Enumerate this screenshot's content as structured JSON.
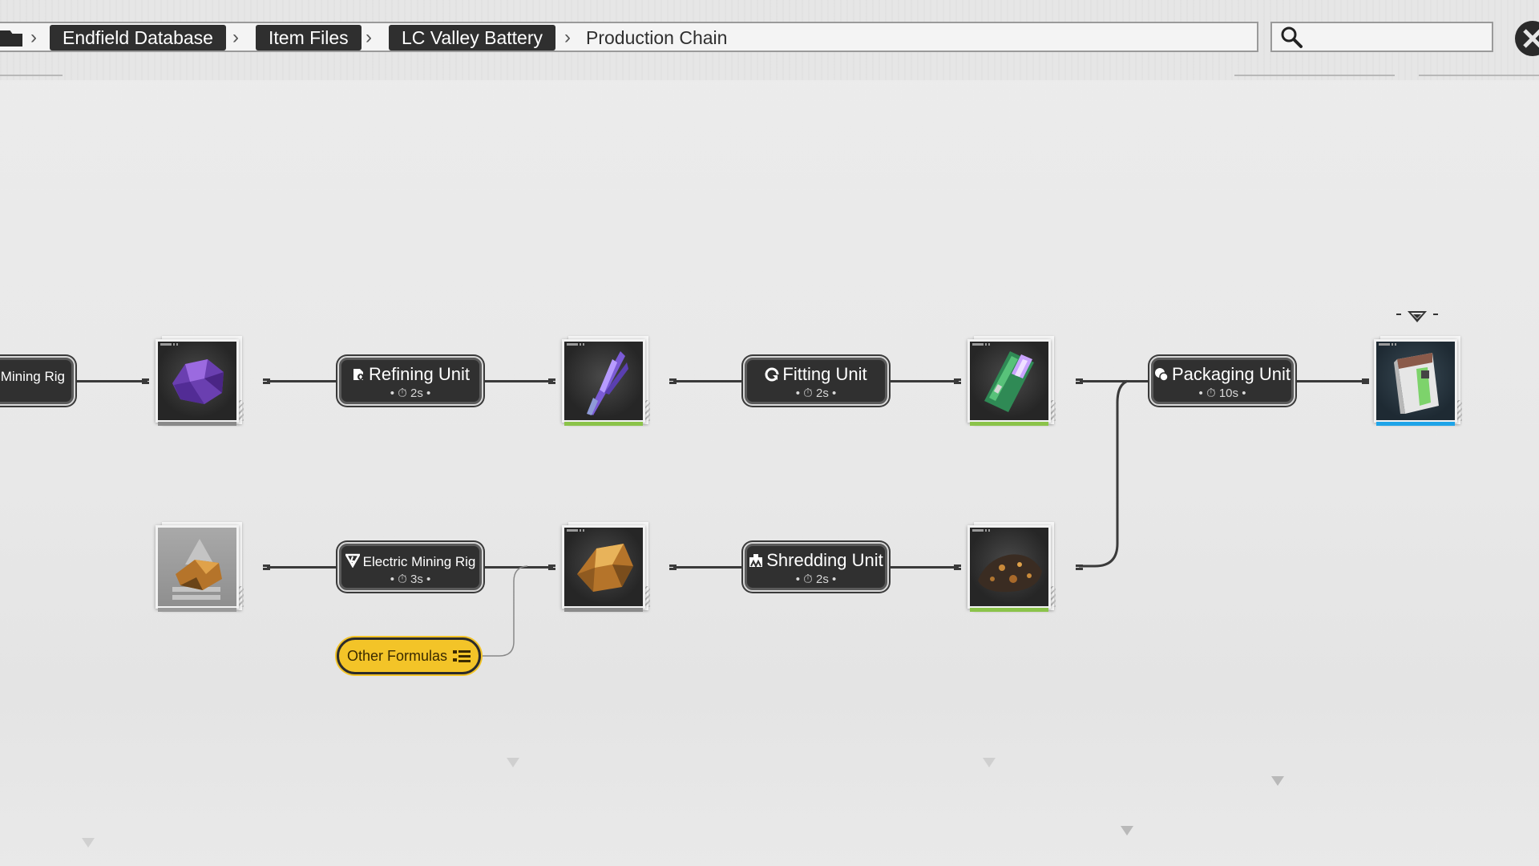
{
  "breadcrumb": {
    "items": [
      "Endfield Database",
      "Item Files",
      "LC Valley Battery"
    ],
    "current": "Production Chain"
  },
  "search": {
    "placeholder": ""
  },
  "machines": {
    "mining_rig_partial": {
      "name": "Mining Rig"
    },
    "refining": {
      "name": "Refining Unit",
      "time": "2s"
    },
    "fitting": {
      "name": "Fitting Unit",
      "time": "2s"
    },
    "packaging": {
      "name": "Packaging Unit",
      "time": "10s"
    },
    "electric_mining": {
      "name": "Electric Mining Rig",
      "time": "3s"
    },
    "shredding": {
      "name": "Shredding Unit",
      "time": "2s"
    }
  },
  "other_formulas": {
    "label": "Other Formulas"
  },
  "colors": {
    "machine_bg": "#303030",
    "accent_yellow": "#f3c428",
    "rarity_green": "#8bc34a",
    "rarity_blue": "#1fa4e8",
    "rarity_gray": "#8a8a8a"
  },
  "icons": [
    "folder-icon",
    "search-icon",
    "close-icon",
    "refining-unit-icon",
    "fitting-unit-icon",
    "packaging-unit-icon",
    "electric-mining-rig-icon",
    "shredding-unit-icon",
    "timer-icon",
    "list-icon",
    "target-marker-icon"
  ]
}
